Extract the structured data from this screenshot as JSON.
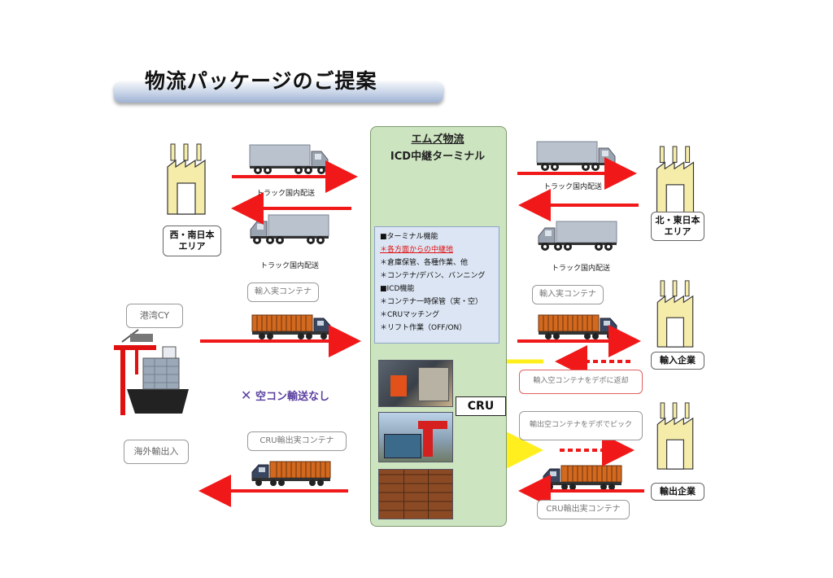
{
  "title": "物流パッケージのご提案",
  "center": {
    "company": "エムズ物流",
    "terminal": "ICD中継ターミナル",
    "functions": [
      {
        "text": "■ターミナル機能",
        "red": false
      },
      {
        "text": "＊各方面からの中継地",
        "red": true
      },
      {
        "text": "＊倉庫保管、各種作業、他",
        "red": false
      },
      {
        "text": "＊コンテナ/デバン、バンニング",
        "red": false
      },
      {
        "text": "■ICD機能",
        "red": false
      },
      {
        "text": "＊コンテナ一時保管（実・空）",
        "red": false
      },
      {
        "text": "＊CRUマッチング",
        "red": false
      },
      {
        "text": "＊リフト作業（OFF/ON）",
        "red": false
      }
    ],
    "cru": "CRU"
  },
  "areas": {
    "west_south": "西・南日本\nエリア",
    "north_east": "北・東日本\nエリア",
    "port": "港湾CY",
    "overseas": "海外輸出入",
    "importer": "輸入企業",
    "exporter": "輸出企業"
  },
  "labels": {
    "truck_domestic": "トラック国内配送",
    "import_full": "輸入実コンテナ",
    "cru_export_full": "CRU輸出実コンテナ",
    "no_empty_transport": "空コン輸送なし",
    "no_empty_mark": "✕",
    "import_empty_return": "輸入空コンテナをデポに返却",
    "export_empty_pick": "輸出空コンテナをデポでピック",
    "cru_export_full_right": "CRU輸出実コンテナ"
  },
  "colors": {
    "arrow_red": "#f01818",
    "arrow_yellow": "#ffef1e",
    "panel_green": "#cde4c0",
    "list_blue": "#dbe5f3",
    "container_orange": "#d2691e",
    "truck_gray": "#b9c2cd",
    "factory_yellow": "#f6ecaa"
  },
  "icons": [
    "factory-icon",
    "truck-icon",
    "container-truck-icon",
    "ship-icon",
    "crane-icon"
  ]
}
